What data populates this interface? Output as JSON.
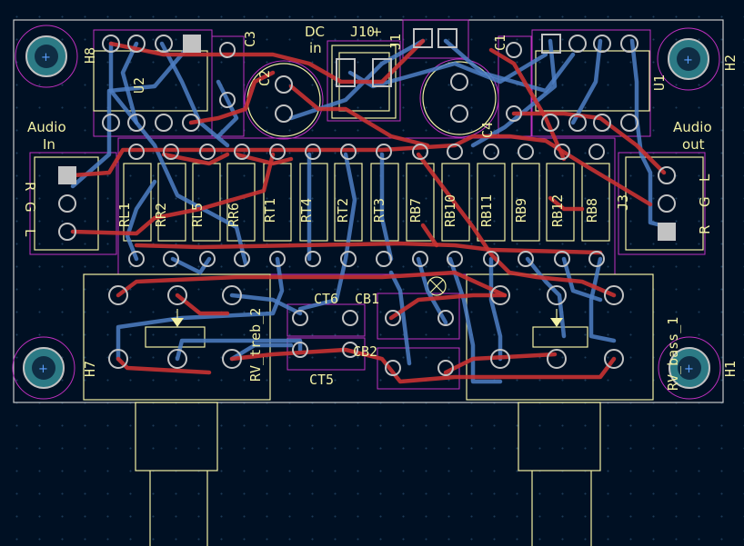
{
  "board": {
    "edge_color": "#c9c9c9",
    "silk_color": "#f2f0a2",
    "front_copper_color": "#c83232",
    "back_copper_color": "#4d7fc4",
    "courtyard_color": "#c030c0"
  },
  "labels": {
    "dc_in_line1": "DC",
    "dc_in_line2": "in",
    "audio_in_line1": "Audio",
    "audio_in_line2": "In",
    "audio_out_line1": "Audio",
    "audio_out_line2": "out",
    "plus_sign": "+",
    "in_pins": [
      "R",
      "G",
      "L"
    ],
    "out_pins": [
      "R",
      "G",
      "L"
    ]
  },
  "refs": {
    "H8": "H8",
    "H2": "H2",
    "H7": "H7",
    "H1": "H1",
    "U2": "U2",
    "U1": "U1",
    "C3": "C3",
    "C2": "C2",
    "C1": "C1",
    "C4": "C4",
    "J10": "J10",
    "J1": "J1",
    "J3": "J3",
    "RL1": "RL1",
    "RR2": "RR2",
    "RL5": "RL5",
    "RR6": "RR6",
    "RT1": "RT1",
    "RT4": "RT4",
    "RT2": "RT2",
    "RT3": "RT3",
    "RB7": "RB7",
    "RB10": "RB10",
    "RB11": "RB11",
    "RB9": "RB9",
    "RB12": "RB12",
    "RB8": "RB8",
    "CT6": "CT6",
    "CB1": "CB1",
    "CB2": "CB2",
    "CT5": "CT5",
    "RV_bass_1": "RV_bass_1",
    "RV_treb_2": "RV_treb_2"
  }
}
